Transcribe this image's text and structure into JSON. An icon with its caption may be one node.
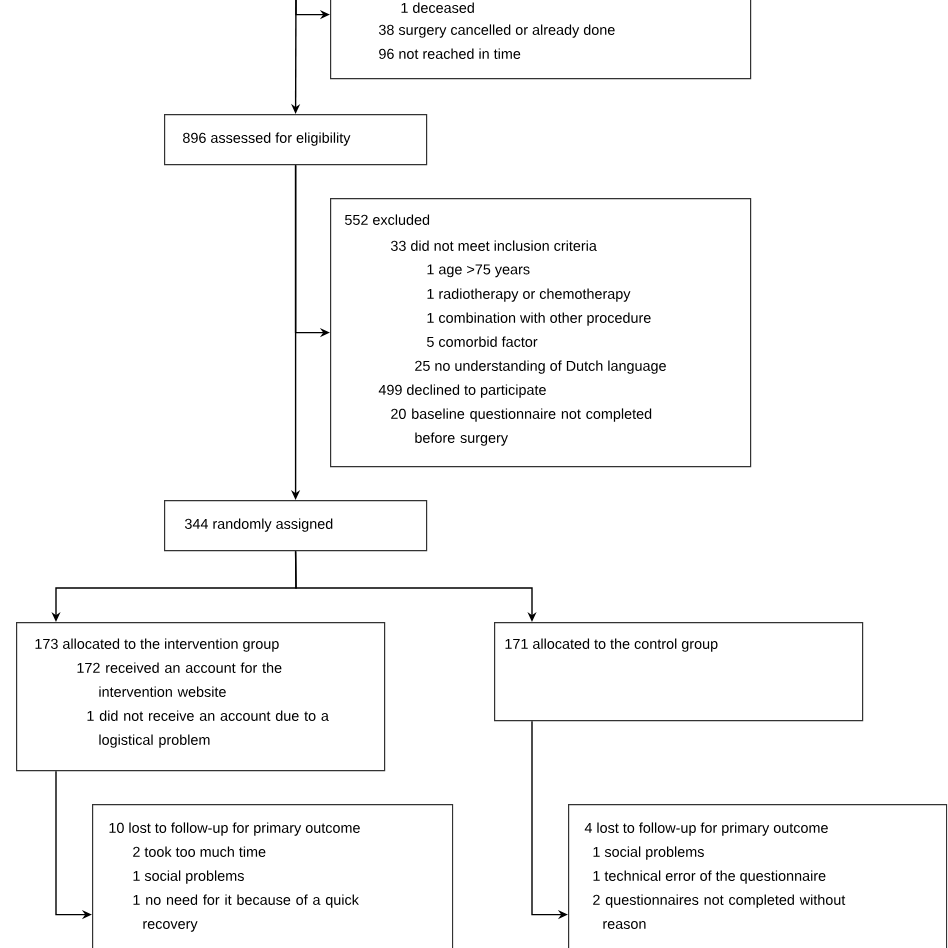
{
  "diagram": {
    "nodes": [
      {
        "text": [
          "1 deceased",
          "38 surgery cancelled or already done",
          "96 not reached in time"
        ]
      },
      {
        "text": [
          "896 assessed for eligibility"
        ]
      },
      {
        "text": [
          "552 excluded",
          "33 did not meet inclusion criteria",
          "1 age >75 years",
          "1 radiotherapy or chemotherapy",
          "1 combination with other procedure",
          "5 comorbid factor",
          "25 no understanding of Dutch language",
          "499 declined to participate",
          "20 baseline questionnaire not completed before surgery"
        ]
      },
      {
        "text": [
          "344 randomly assigned"
        ]
      },
      {
        "text": [
          "173 allocated to the intervention group",
          "172 received an account for the intervention website",
          "1 did not receive an account due to a logistical problem"
        ]
      },
      {
        "text": [
          "171 allocated to the control group"
        ]
      },
      {
        "text": [
          "10 lost to follow-up for primary outcome",
          "2 took too much time",
          "1 social problems",
          "1 no need for it because of a quick recovery"
        ]
      },
      {
        "text": [
          "4 lost to follow-up for primary outcome",
          "1 social problems",
          "1 technical error of the questionnaire",
          "2 questionnaires not completed without reason"
        ]
      }
    ],
    "edges": [
      {
        "from": null,
        "to": 0,
        "arrow": "to"
      },
      {
        "from": null,
        "to": 1,
        "arrow": "to"
      },
      {
        "from": 1,
        "to": 2,
        "arrow": "to"
      },
      {
        "from": 1,
        "to": 3,
        "arrow": "to"
      },
      {
        "from": 3,
        "to": 4,
        "arrow": "to"
      },
      {
        "from": 3,
        "to": 5,
        "arrow": "to"
      },
      {
        "from": 4,
        "to": 6,
        "arrow": "to"
      },
      {
        "from": 5,
        "to": 7,
        "arrow": "to"
      }
    ]
  }
}
